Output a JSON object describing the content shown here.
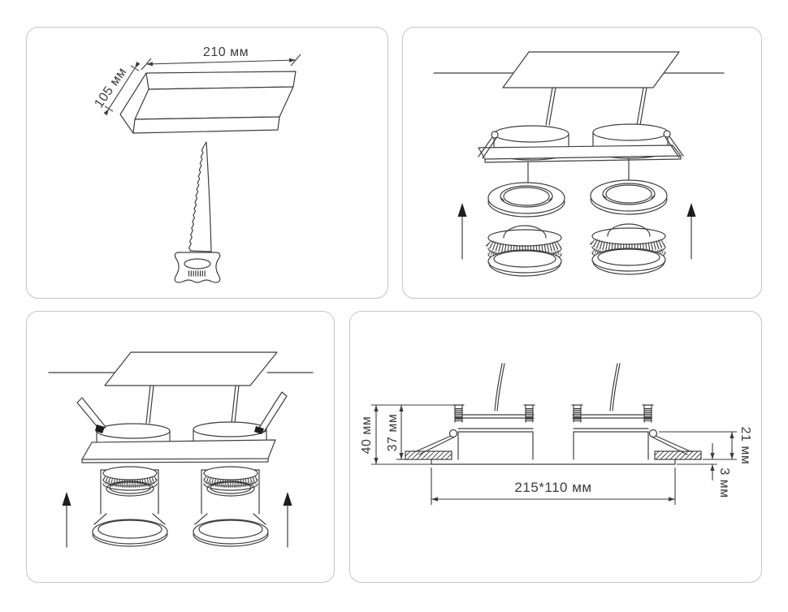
{
  "window": {
    "background": "#ffffff",
    "panel_border_color": "#c5c5c5",
    "line_color": "#3f3f3f",
    "text_color": "#3c3c3c"
  },
  "icons": {
    "saw_icon": "keyhole-saw line-art",
    "arrow_up_icon": "filled-triangle-with-stem",
    "spring_clip_icon": "lever line-art",
    "lamp_icon": "gx53-lamp line-art"
  },
  "panels": {
    "cutout_template": {
      "dims": {
        "width": "210 мм",
        "depth": "105 мм"
      }
    },
    "exploded_view": {},
    "spring_clips": {},
    "cross_section": {
      "dims": {
        "overall_height": "40 мм",
        "recess_depth": "37 мм",
        "clip_height": "21 мм",
        "trim_thickness": "3 мм",
        "cutout_size": "215*110 мм"
      }
    }
  }
}
